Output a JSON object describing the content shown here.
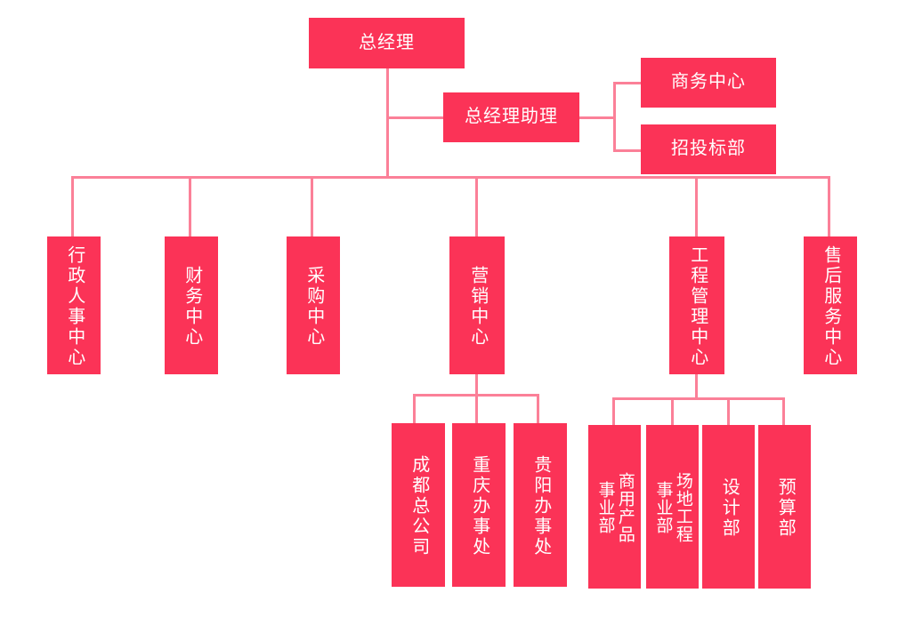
{
  "chart": {
    "type": "org-chart",
    "title": "",
    "orientation": "top-down",
    "box_color": "#fb3357",
    "line_color": "#fb8098",
    "text_color": "#ffffff",
    "background": "#ffffff"
  },
  "nodes": {
    "general_manager": {
      "label": "总经理",
      "level": 0
    },
    "gm_assistant": {
      "label": "总经理助理",
      "level": 1
    },
    "business_center": {
      "label": "商务中心",
      "level": 2
    },
    "bidding_department": {
      "label": "招投标部",
      "level": 2
    },
    "admin_hr_center": {
      "label": "行政人事中心",
      "level": 1
    },
    "finance_center": {
      "label": "财务中心",
      "level": 1
    },
    "procurement_center": {
      "label": "采购中心",
      "level": 1
    },
    "marketing_center": {
      "label": "营销中心",
      "level": 1
    },
    "engineering_mgmt_center": {
      "label": "工程管理中心",
      "level": 1
    },
    "after_sales_center": {
      "label": "售后服务中心",
      "level": 1
    },
    "chengdu_head_company": {
      "label": "成都总公司",
      "level": 2
    },
    "chongqing_office": {
      "label": "重庆办事处",
      "level": 2
    },
    "guiyang_office": {
      "label": "贵阳办事处",
      "level": 2
    },
    "commercial_product_div": {
      "label": "商用产品\n事业部",
      "level": 2
    },
    "site_engineering_div": {
      "label": "场地工程\n事业部",
      "level": 2
    },
    "design_department": {
      "label": "设计部",
      "level": 2
    },
    "budget_department": {
      "label": "预算部",
      "level": 2
    }
  },
  "edges": [
    {
      "from": "general_manager",
      "to": "gm_assistant"
    },
    {
      "from": "gm_assistant",
      "to": "business_center"
    },
    {
      "from": "gm_assistant",
      "to": "bidding_department"
    },
    {
      "from": "general_manager",
      "to": "admin_hr_center"
    },
    {
      "from": "general_manager",
      "to": "finance_center"
    },
    {
      "from": "general_manager",
      "to": "procurement_center"
    },
    {
      "from": "general_manager",
      "to": "marketing_center"
    },
    {
      "from": "general_manager",
      "to": "engineering_mgmt_center"
    },
    {
      "from": "general_manager",
      "to": "after_sales_center"
    },
    {
      "from": "marketing_center",
      "to": "chengdu_head_company"
    },
    {
      "from": "marketing_center",
      "to": "chongqing_office"
    },
    {
      "from": "marketing_center",
      "to": "guiyang_office"
    },
    {
      "from": "engineering_mgmt_center",
      "to": "commercial_product_div"
    },
    {
      "from": "engineering_mgmt_center",
      "to": "site_engineering_div"
    },
    {
      "from": "engineering_mgmt_center",
      "to": "design_department"
    },
    {
      "from": "engineering_mgmt_center",
      "to": "budget_department"
    }
  ]
}
